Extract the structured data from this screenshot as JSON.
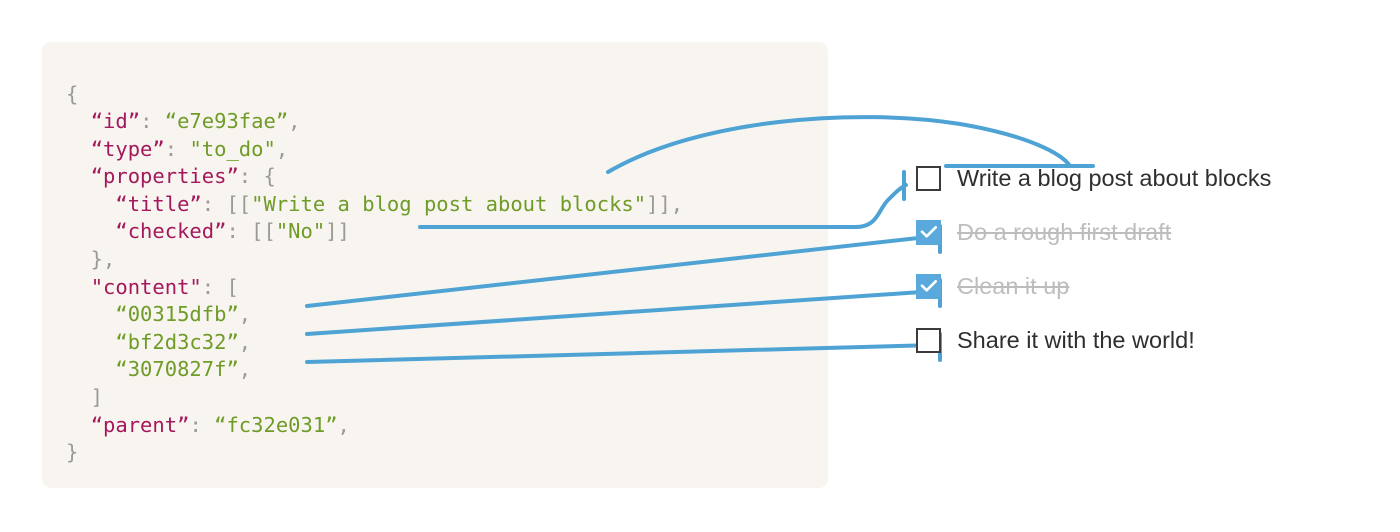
{
  "panel": {
    "background_color": "#f8f5f0",
    "code_lines": [
      [
        {
          "t": "{",
          "c": "pun"
        }
      ],
      [
        {
          "t": "  ",
          "c": "pun"
        },
        {
          "t": "“id”",
          "c": "key"
        },
        {
          "t": ": ",
          "c": "pun"
        },
        {
          "t": "“e7e93fae”",
          "c": "str"
        },
        {
          "t": ",",
          "c": "pun"
        }
      ],
      [
        {
          "t": "  ",
          "c": "pun"
        },
        {
          "t": "“type”",
          "c": "key"
        },
        {
          "t": ": ",
          "c": "pun"
        },
        {
          "t": "\"to_do\"",
          "c": "str"
        },
        {
          "t": ",",
          "c": "pun"
        }
      ],
      [
        {
          "t": "  ",
          "c": "pun"
        },
        {
          "t": "“properties”",
          "c": "key"
        },
        {
          "t": ": {",
          "c": "pun"
        }
      ],
      [
        {
          "t": "    ",
          "c": "pun"
        },
        {
          "t": "“title”",
          "c": "key"
        },
        {
          "t": ": [[",
          "c": "pun"
        },
        {
          "t": "\"Write a blog post about blocks\"",
          "c": "str"
        },
        {
          "t": "]],",
          "c": "pun"
        }
      ],
      [
        {
          "t": "    ",
          "c": "pun"
        },
        {
          "t": "“checked”",
          "c": "key"
        },
        {
          "t": ": [[",
          "c": "pun"
        },
        {
          "t": "\"No\"",
          "c": "str"
        },
        {
          "t": "]]",
          "c": "pun"
        }
      ],
      [
        {
          "t": "  },",
          "c": "pun"
        }
      ],
      [
        {
          "t": "  ",
          "c": "pun"
        },
        {
          "t": "\"content\"",
          "c": "key"
        },
        {
          "t": ": [",
          "c": "pun"
        }
      ],
      [
        {
          "t": "    ",
          "c": "pun"
        },
        {
          "t": "“00315dfb”",
          "c": "str"
        },
        {
          "t": ",",
          "c": "pun"
        }
      ],
      [
        {
          "t": "    ",
          "c": "pun"
        },
        {
          "t": "“bf2d3c32”",
          "c": "str"
        },
        {
          "t": ",",
          "c": "pun"
        }
      ],
      [
        {
          "t": "    ",
          "c": "pun"
        },
        {
          "t": "“3070827f”",
          "c": "str"
        },
        {
          "t": ",",
          "c": "pun"
        }
      ],
      [
        {
          "t": "  ]",
          "c": "pun"
        }
      ],
      [
        {
          "t": "  ",
          "c": "pun"
        },
        {
          "t": "“parent”",
          "c": "key"
        },
        {
          "t": ": ",
          "c": "pun"
        },
        {
          "t": "“fc32e031”",
          "c": "str"
        },
        {
          "t": ",",
          "c": "pun"
        }
      ],
      [
        {
          "t": "}",
          "c": "pun"
        }
      ]
    ],
    "syntax_colors": {
      "key": "#a3195b",
      "string": "#6f9b27",
      "punctuation": "#9a9a95"
    }
  },
  "checklist": {
    "items": [
      {
        "label": "Write a blog post about blocks",
        "checked": false,
        "icon": "checkbox-unchecked-icon"
      },
      {
        "label": "Do a rough first draft",
        "checked": true,
        "icon": "checkbox-checked-icon"
      },
      {
        "label": "Clean it up",
        "checked": true,
        "icon": "checkbox-checked-icon"
      },
      {
        "label": "Share it with the world!",
        "checked": false,
        "icon": "checkbox-unchecked-icon"
      }
    ],
    "checked_color": "#5aa9dd",
    "unchecked_border_color": "#3b3b3b",
    "label_color": "#2f2f2f",
    "done_label_color": "#bdbdbd"
  },
  "connectors": {
    "color": "#4ea3d4",
    "stroke_width": 4,
    "mappings": [
      {
        "from": "title",
        "to": "Write a blog post about blocks",
        "style": "arc-over-to-underline"
      },
      {
        "from": "checked",
        "to": "Write a blog post about blocks",
        "style": "s-curve"
      },
      {
        "from": "00315dfb",
        "to": "Do a rough first draft",
        "style": "diagonal"
      },
      {
        "from": "bf2d3c32",
        "to": "Clean it up",
        "style": "diagonal"
      },
      {
        "from": "3070827f",
        "to": "Share it with the world!",
        "style": "diagonal"
      }
    ]
  }
}
